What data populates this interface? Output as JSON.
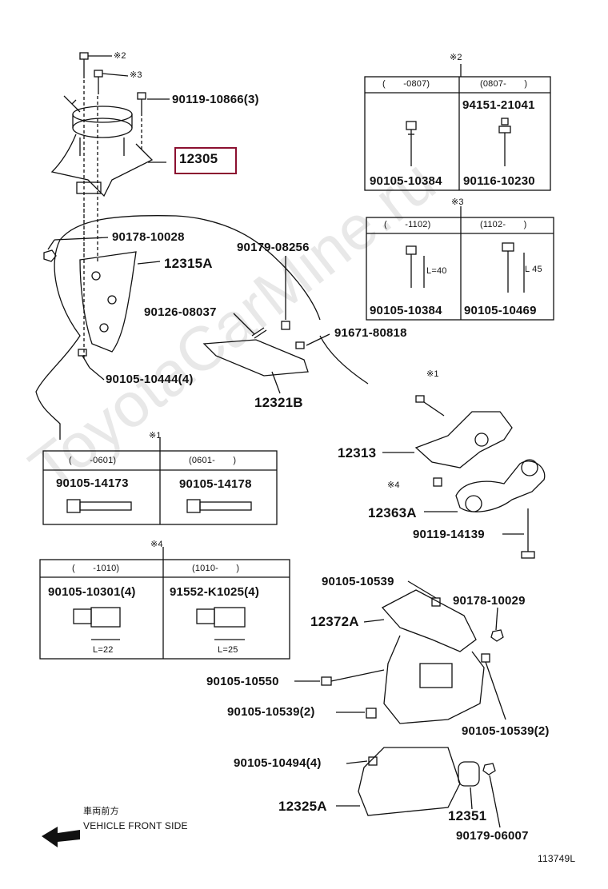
{
  "watermark": "ToyotaCarMine.ru",
  "diagram_id": "113749L",
  "front": {
    "jp": "車両前方",
    "en": "VEHICLE FRONT SIDE"
  },
  "notes": {
    "n1": "※1",
    "n2": "※2",
    "n3": "※3",
    "n4": "※4"
  },
  "parts": {
    "p12305": "12305",
    "p90119_10866": "90119-10866(3)",
    "p90178_10028": "90178-10028",
    "p12315A": "12315A",
    "p90179_08256": "90179-08256",
    "p90126_08037": "90126-08037",
    "p91671_80818": "91671-80818",
    "p90105_10444": "90105-10444(4)",
    "p12321B": "12321B",
    "p12313": "12313",
    "p12363A": "12363A",
    "p90119_14139": "90119-14139",
    "p90105_10539a": "90105-10539",
    "p90178_10029": "90178-10029",
    "p12372A": "12372A",
    "p90105_10550": "90105-10550",
    "p90105_10539b": "90105-10539(2)",
    "p90105_10539c": "90105-10539(2)",
    "p90105_10494": "90105-10494(4)",
    "p12325A": "12325A",
    "p12351": "12351",
    "p90179_06007": "90179-06007"
  },
  "table2": {
    "h1": "(　　-0807)",
    "h2": "(0807-　　)",
    "a": "90105-10384",
    "b1": "94151-21041",
    "b2": "90116-10230"
  },
  "table3": {
    "h1": "(　　-1102)",
    "h2": "(1102-　　)",
    "a": "90105-10384",
    "b": "90105-10469",
    "la": "L=40",
    "lb": "L 45"
  },
  "table1": {
    "h1": "(　　-0601)",
    "h2": "(0601-　　)",
    "a": "90105-14173",
    "b": "90105-14178"
  },
  "table4": {
    "h1": "(　　-1010)",
    "h2": "(1010-　　)",
    "a": "90105-10301(4)",
    "b": "91552-K1025(4)",
    "la": "L=22",
    "lb": "L=25"
  }
}
